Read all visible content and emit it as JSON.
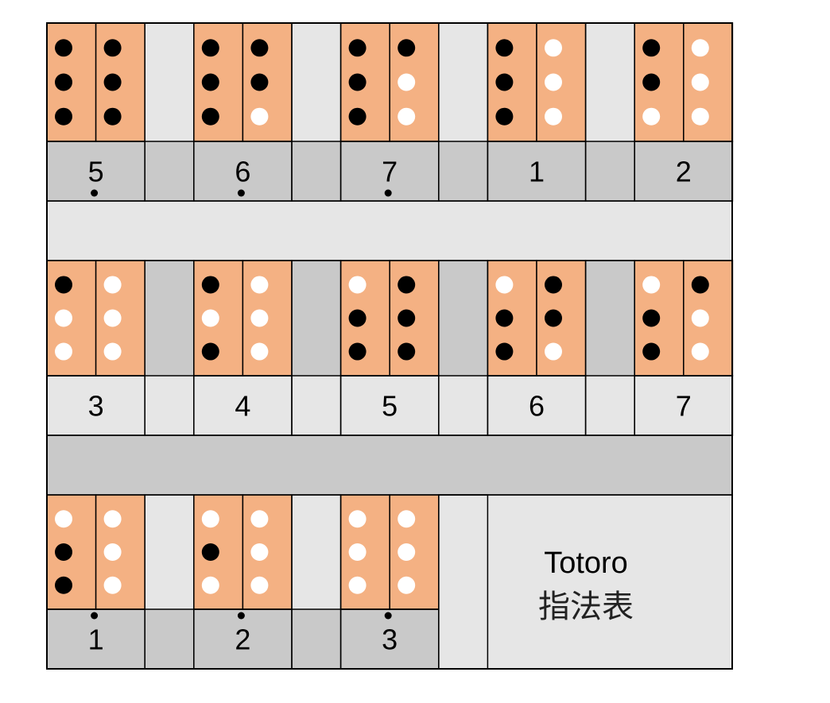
{
  "title": {
    "line1": "Totoro",
    "line2": "指法表"
  },
  "colors": {
    "orange": "#f4b183",
    "gray_light": "#e6e6e6",
    "gray_dark": "#c9c9c9",
    "hole_closed": "#000000",
    "hole_open": "#ffffff",
    "border": "#000000"
  },
  "fingerings": [
    {
      "note": "5",
      "octave": "low",
      "left": [
        1,
        1,
        1
      ],
      "right": [
        1,
        1,
        1
      ]
    },
    {
      "note": "6",
      "octave": "low",
      "left": [
        1,
        1,
        1
      ],
      "right": [
        1,
        1,
        0
      ]
    },
    {
      "note": "7",
      "octave": "low",
      "left": [
        1,
        1,
        1
      ],
      "right": [
        1,
        0,
        0
      ]
    },
    {
      "note": "1",
      "octave": "mid",
      "left": [
        1,
        1,
        1
      ],
      "right": [
        0,
        0,
        0
      ]
    },
    {
      "note": "2",
      "octave": "mid",
      "left": [
        1,
        1,
        0
      ],
      "right": [
        0,
        0,
        0
      ]
    },
    {
      "note": "3",
      "octave": "mid",
      "left": [
        1,
        0,
        0
      ],
      "right": [
        0,
        0,
        0
      ]
    },
    {
      "note": "4",
      "octave": "mid",
      "left": [
        1,
        0,
        1
      ],
      "right": [
        0,
        0,
        0
      ]
    },
    {
      "note": "5",
      "octave": "mid",
      "left": [
        0,
        1,
        1
      ],
      "right": [
        1,
        1,
        1
      ]
    },
    {
      "note": "6",
      "octave": "mid",
      "left": [
        0,
        1,
        1
      ],
      "right": [
        1,
        1,
        0
      ]
    },
    {
      "note": "7",
      "octave": "mid",
      "left": [
        0,
        1,
        1
      ],
      "right": [
        1,
        0,
        0
      ]
    },
    {
      "note": "1",
      "octave": "high",
      "left": [
        0,
        1,
        1
      ],
      "right": [
        0,
        0,
        0
      ]
    },
    {
      "note": "2",
      "octave": "high",
      "left": [
        0,
        1,
        0
      ],
      "right": [
        0,
        0,
        0
      ]
    },
    {
      "note": "3",
      "octave": "high",
      "left": [
        0,
        0,
        0
      ],
      "right": [
        0,
        0,
        0
      ]
    }
  ]
}
